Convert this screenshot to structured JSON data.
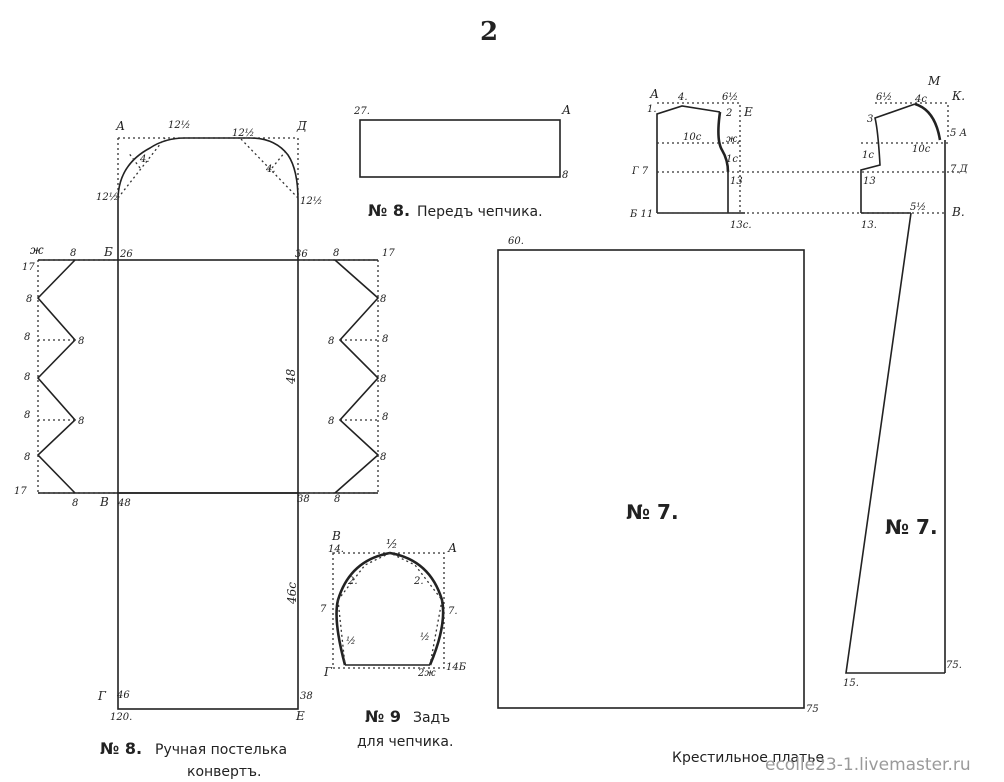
{
  "page": {
    "number": "2"
  },
  "envelope_bed": {
    "caption_no": "№ 8.",
    "caption_text_1": "Ручная постелька",
    "caption_text_2": "конвертъ.",
    "labels": {
      "A": "А",
      "D": "Д",
      "top_dim_left": "12½",
      "top_dim_right": "12½",
      "curve_left": "4.",
      "curve_right": "4.",
      "side_left": "12½",
      "side_right": "12½",
      "zh": "ж",
      "b": "Б",
      "b_val": "26",
      "r36": "36",
      "r8_top": "8",
      "r17_top": "17",
      "l17_top": "17",
      "l8_top": "8",
      "left_8_a": "8",
      "left_8_b": "8",
      "left_8_c": "8",
      "left_8_d": "8",
      "left_8_e": "8",
      "left_8_f": "8",
      "left_8_g": "8",
      "right_8_a": "8",
      "right_8_b": "8",
      "right_8_c": "8",
      "right_8_d": "8",
      "right_8_e": "8",
      "right_8_f": "8",
      "right_8_g": "8",
      "mid_48": "48",
      "l17_bot": "17",
      "l8_bot": "8",
      "v": "В",
      "v_val": "48",
      "r38": "38",
      "r8_bot": "8",
      "dim_46": "46с",
      "g": "Г",
      "g_val": "46",
      "r38_bot": "38",
      "bottom_120": "120.",
      "e": "Е"
    }
  },
  "bonnet_front": {
    "caption_no": "№ 8.",
    "caption_text": "Передъ чепчика.",
    "labels": {
      "tl": "27.",
      "tr": "А",
      "br": "8"
    }
  },
  "bonnet_back": {
    "caption_no": "№ 9",
    "caption_text_1": "Задъ",
    "caption_text_2": "для чепчика.",
    "labels": {
      "v": "В",
      "v14": "14.",
      "half_top": "½",
      "a": "А",
      "two_l": "2.",
      "two_r": "2.",
      "seven_l": "7",
      "seven_r": "7.",
      "half_l": "½",
      "half_r": "½",
      "g": "Г",
      "zh2": "2ж",
      "b14": "14Б"
    }
  },
  "dress_rect": {
    "label_no": "№ 7.",
    "top_dim": "60.",
    "bottom_dim": "75"
  },
  "dress_bodice": {
    "labels": {
      "a": "А",
      "v4": "4.",
      "v6half": "6½",
      "v2": "2",
      "e": "Е",
      "l1": "1.",
      "dim10": "10с",
      "zh": "ж.",
      "one": "1с",
      "g7": "Г 7",
      "thirteen": "13",
      "b11": "Б 11",
      "thirteen_b": "13с."
    }
  },
  "dress_back": {
    "label_no": "№ 7.",
    "labels": {
      "m": "М",
      "k": "К.",
      "v6half": "6½",
      "v4": "4с",
      "v3": "3",
      "r5a": "5 А",
      "dim10": "10с",
      "one": "1с",
      "r7d": "7 Д",
      "thirteen": "13",
      "five_half": "5½",
      "thirteen_b": "13.",
      "b": "В.",
      "fifteen": "15.",
      "seventy_five": "75."
    }
  },
  "bottom": {
    "caption": "Крестильное платье",
    "watermark": "ecolle23-1.livemaster.ru"
  }
}
